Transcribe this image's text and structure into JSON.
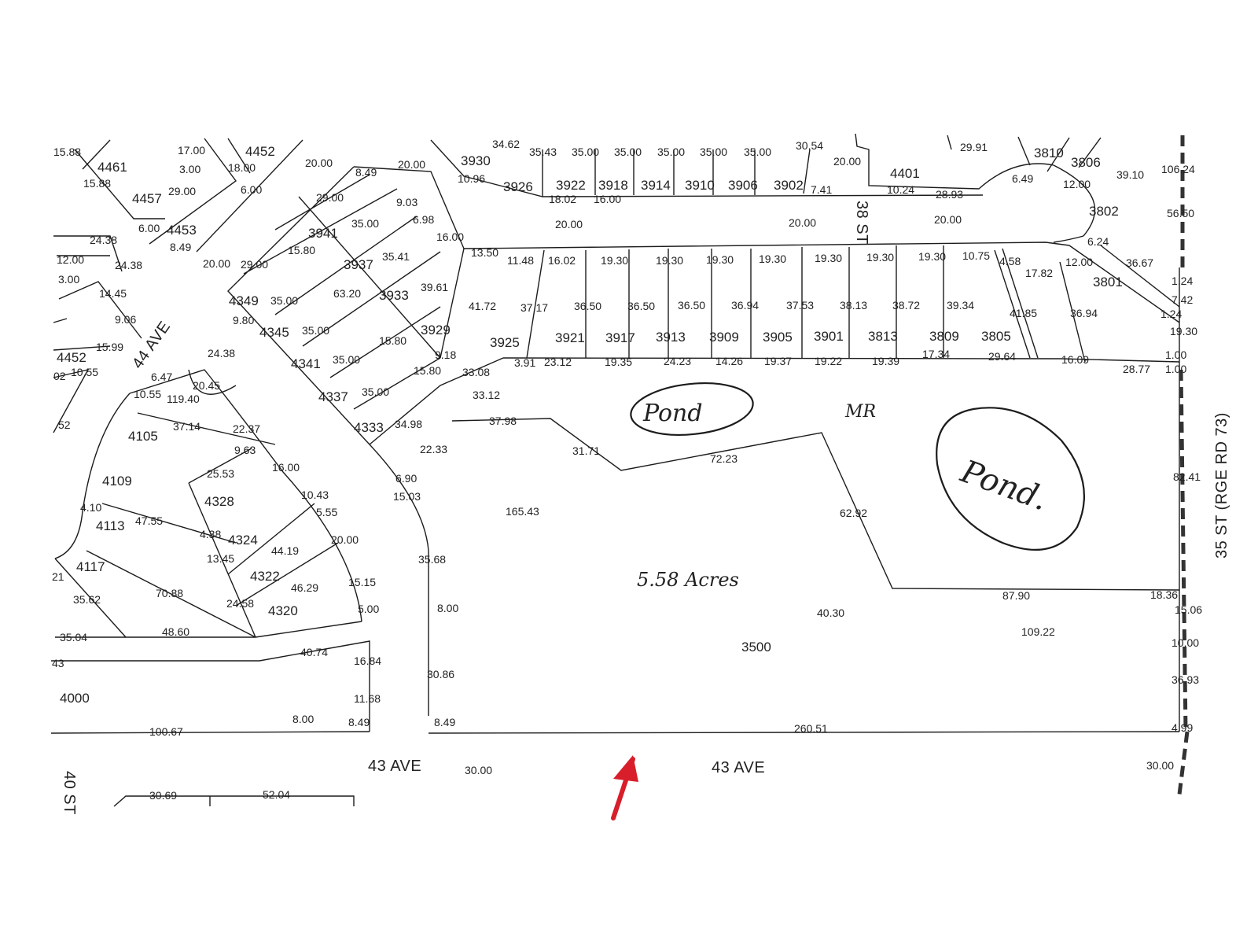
{
  "roads": {
    "ave_44": "44 AVE",
    "st_38": "38 ST",
    "st_35": "35 ST (RGE RD 73)",
    "ave_43_left": "43 AVE",
    "ave_43_right": "43 AVE",
    "st_40": "40 ST"
  },
  "annotations": {
    "pond_small": "Pond",
    "pond_large": "Pond.",
    "mr": "MR",
    "acres": "5.58 Acres"
  },
  "colors": {
    "arrow": "#d81e2a",
    "ink": "#1c1c1c"
  },
  "lots": {
    "l4461": "4461",
    "l4452a": "4452",
    "l4457": "4457",
    "l4453": "4453",
    "l4452b": "4452",
    "l3930": "3930",
    "l3926": "3926",
    "l3922": "3922",
    "l3918": "3918",
    "l3914": "3914",
    "l3910": "3910",
    "l3906": "3906",
    "l3902": "3902",
    "l4401": "4401",
    "l3810": "3810",
    "l3806": "3806",
    "l3802": "3802",
    "l3801": "3801",
    "l3941": "3941",
    "l3937": "3937",
    "l3933": "3933",
    "l3929": "3929",
    "l4349": "4349",
    "l4345": "4345",
    "l4341": "4341",
    "l4337": "4337",
    "l4333": "4333",
    "l3925": "3925",
    "l3921": "3921",
    "l3917": "3917",
    "l3913": "3913",
    "l3909": "3909",
    "l3905": "3905",
    "l3901": "3901",
    "l3813": "3813",
    "l3809": "3809",
    "l3805": "3805",
    "l4105": "4105",
    "l4109": "4109",
    "l4113": "4113",
    "l4117": "4117",
    "l4328": "4328",
    "l4324": "4324",
    "l4322": "4322",
    "l4320": "4320",
    "l4000": "4000",
    "l3500": "3500"
  },
  "dims": {
    "d1": "15.88",
    "d2": "17.00",
    "d3": "3.00",
    "d4": "18.00",
    "d5": "20.00",
    "d6": "20.00",
    "d7": "15.88",
    "d8": "29.00",
    "d9": "6.00",
    "d10": "6.00",
    "d11": "8.49",
    "d12": "24.38",
    "d13": "24.38",
    "d14": "12.00",
    "d15": "3.00",
    "d16": "14.45",
    "d17": "9.06",
    "d18": "15.99",
    "d19": "10.55",
    "d20": "20.00",
    "d21": "29.00",
    "d22": "24.38",
    "d23": "8.49",
    "d24": "29.00",
    "d25": "9.03",
    "d26": "6.98",
    "d27": "16.00",
    "d28": "35.00",
    "d29": "15.80",
    "d30": "35.41",
    "d31": "63.20",
    "d32": "39.61",
    "d33": "35.00",
    "d34": "9.80",
    "d35": "35.00",
    "d36": "15.80",
    "d37": "35.00",
    "d38": "15.80",
    "d39": "35.00",
    "d40": "9.18",
    "d41": "34.98",
    "d42": "22.33",
    "d43": "6.90",
    "d44": "15.03",
    "d45": "34.62",
    "d46": "35.43",
    "d47": "35.00",
    "d48": "35.00",
    "d49": "35.00",
    "d50": "35.00",
    "d51": "35.00",
    "d52": "30.54",
    "d53": "20.00",
    "d54": "10.96",
    "d55": "18.02",
    "d56": "16.00",
    "d57": "7.41",
    "d58": "20.00",
    "d59": "20.00",
    "d60": "20.00",
    "d61": "10.24",
    "d62": "28.93",
    "d63": "29.91",
    "d64": "6.49",
    "d65": "12.00",
    "d66": "39.10",
    "d67": "106.24",
    "d68": "56.50",
    "d69": "6.24",
    "d70": "36.67",
    "d71": "1.24",
    "d72": "7.42",
    "d73": "1.24",
    "d74": "19.30",
    "d75": "13.50",
    "d76": "11.48",
    "d77": "16.02",
    "d78": "19.30",
    "d79": "19.30",
    "d80": "19.30",
    "d81": "19.30",
    "d82": "19.30",
    "d83": "19.30",
    "d84": "19.30",
    "d85": "10.75",
    "d86": "4.58",
    "d87": "17.82",
    "d88": "12.00",
    "d89": "41.72",
    "d90": "37.17",
    "d91": "36.50",
    "d92": "36.50",
    "d93": "36.50",
    "d94": "36.94",
    "d95": "37.53",
    "d96": "38.13",
    "d97": "38.72",
    "d98": "39.34",
    "d99": "41.85",
    "d100": "36.94",
    "d101": "3.91",
    "d102": "23.12",
    "d103": "19.35",
    "d104": "24.23",
    "d105": "14.26",
    "d106": "19.37",
    "d107": "19.22",
    "d108": "19.39",
    "d109": "17.34",
    "d110": "29.64",
    "d111": "16.09",
    "d112": "28.77",
    "d113": "1.00",
    "d114": "1.00",
    "d115": "33.08",
    "d116": "33.12",
    "d117": "37.98",
    "d118": "31.71",
    "d119": "72.23",
    "d120": "165.43",
    "d121": "62.92",
    "d122": "82.41",
    "d123": "87.90",
    "d124": "18.36",
    "d125": "15.06",
    "d126": "40.30",
    "d127": "109.22",
    "d128": "10.00",
    "d129": "36.93",
    "d130": "4.99",
    "d131": "260.51",
    "d132": "30.00",
    "d133": "30.00",
    "d134": "6.47",
    "d135": "20.45",
    "d136": "10.55",
    "d137": "119.40",
    "d138": "37.14",
    "d139": "22.37",
    "d140": "9.63",
    "d141": "25.53",
    "d142": "16.00",
    "d143": "10.43",
    "d144": "4.10",
    "d145": "47.55",
    "d146": "4.38",
    "d147": "5.55",
    "d148": "13.45",
    "d149": "44.19",
    "d150": "20.00",
    "d151": "70.88",
    "d152": "46.29",
    "d153": "15.15",
    "d154": "24.58",
    "d155": "5.00",
    "d156": "35.62",
    "d157": "35.04",
    "d158": "48.60",
    "d159": "40.74",
    "d160": "16.84",
    "d161": "11.68",
    "d162": "8.00",
    "d163": "8.49",
    "d164": "100.67",
    "d165": "35.68",
    "d166": "8.00",
    "d167": "30.86",
    "d168": "8.49",
    "d169": "30.69",
    "d170": "52.04",
    "d171": "21",
    "d172": "43",
    "d173": "52",
    "d174": "02"
  }
}
